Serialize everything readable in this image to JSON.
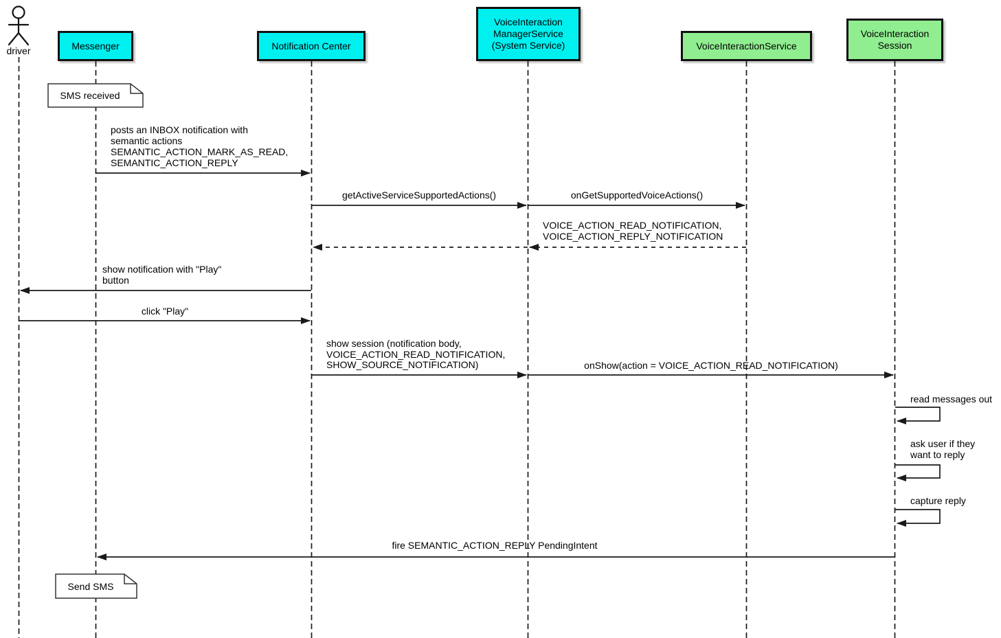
{
  "diagram_type": "uml-sequence",
  "colors": {
    "app_participant_fill": "#00f0f0",
    "service_participant_fill": "#90ee90",
    "line": "#1a1a1a",
    "note_fill": "#ffffff",
    "text": "#000000"
  },
  "participants": [
    {
      "id": "driver",
      "kind": "actor",
      "label": "driver"
    },
    {
      "id": "messenger",
      "kind": "participant",
      "label": "Messenger",
      "fill": "#00f0f0"
    },
    {
      "id": "notification-center",
      "kind": "participant",
      "label": "Notification Center",
      "fill": "#00f0f0"
    },
    {
      "id": "voice-interaction-manager-service",
      "kind": "participant",
      "label": "VoiceInteraction\nManagerService\n(System Service)",
      "fill": "#00f0f0"
    },
    {
      "id": "voice-interaction-service",
      "kind": "participant",
      "label": "VoiceInteractionService",
      "fill": "#90ee90"
    },
    {
      "id": "voice-interaction-session",
      "kind": "participant",
      "label": "VoiceInteraction\nSession",
      "fill": "#90ee90"
    }
  ],
  "notes": [
    {
      "id": "sms-received",
      "attached_to": "Messenger",
      "text": "SMS received"
    },
    {
      "id": "send-sms",
      "attached_to": "Messenger",
      "text": "Send SMS"
    }
  ],
  "messages": [
    {
      "id": "post-inbox",
      "from": "Messenger",
      "to": "Notification Center",
      "type": "solid",
      "label": "posts an INBOX notification with\nsemantic actions\nSEMANTIC_ACTION_MARK_AS_READ,\nSEMANTIC_ACTION_REPLY"
    },
    {
      "id": "get-active-actions",
      "from": "Notification Center",
      "to": "VoiceInteractionManagerService",
      "type": "solid",
      "label": "getActiveServiceSupportedActions()"
    },
    {
      "id": "on-get-supported",
      "from": "VoiceInteractionManagerService",
      "to": "VoiceInteractionService",
      "type": "solid",
      "label": "onGetSupportedVoiceActions()"
    },
    {
      "id": "return-voice-actions",
      "from": "VoiceInteractionService",
      "to": "VoiceInteractionManagerService",
      "type": "return-dashed",
      "label": "VOICE_ACTION_READ_NOTIFICATION,\nVOICE_ACTION_REPLY_NOTIFICATION"
    },
    {
      "id": "return-to-notification-center",
      "from": "VoiceInteractionManagerService",
      "to": "Notification Center",
      "type": "return-dashed",
      "label": ""
    },
    {
      "id": "show-notification",
      "from": "Notification Center",
      "to": "driver",
      "type": "solid",
      "label": "show notification with \"Play\"\nbutton"
    },
    {
      "id": "click-play",
      "from": "driver",
      "to": "Notification Center",
      "type": "solid",
      "label": "click \"Play\""
    },
    {
      "id": "show-session",
      "from": "Notification Center",
      "to": "VoiceInteractionManagerService",
      "type": "solid",
      "label": "show session (notification body,\nVOICE_ACTION_READ_NOTIFICATION,\nSHOW_SOURCE_NOTIFICATION)"
    },
    {
      "id": "on-show",
      "from": "VoiceInteractionManagerService",
      "to": "VoiceInteractionSession",
      "type": "solid",
      "label": "onShow(action = VOICE_ACTION_READ_NOTIFICATION)"
    },
    {
      "id": "read-messages-out",
      "from": "VoiceInteractionSession",
      "to": "VoiceInteractionSession",
      "type": "self",
      "label": "read messages out"
    },
    {
      "id": "ask-user-reply",
      "from": "VoiceInteractionSession",
      "to": "VoiceInteractionSession",
      "type": "self",
      "label": "ask user if they\nwant to reply"
    },
    {
      "id": "capture-reply",
      "from": "VoiceInteractionSession",
      "to": "VoiceInteractionSession",
      "type": "self",
      "label": "capture reply"
    },
    {
      "id": "fire-reply-intent",
      "from": "VoiceInteractionSession",
      "to": "Messenger",
      "type": "solid",
      "label": "fire SEMANTIC_ACTION_REPLY PendingIntent"
    }
  ]
}
